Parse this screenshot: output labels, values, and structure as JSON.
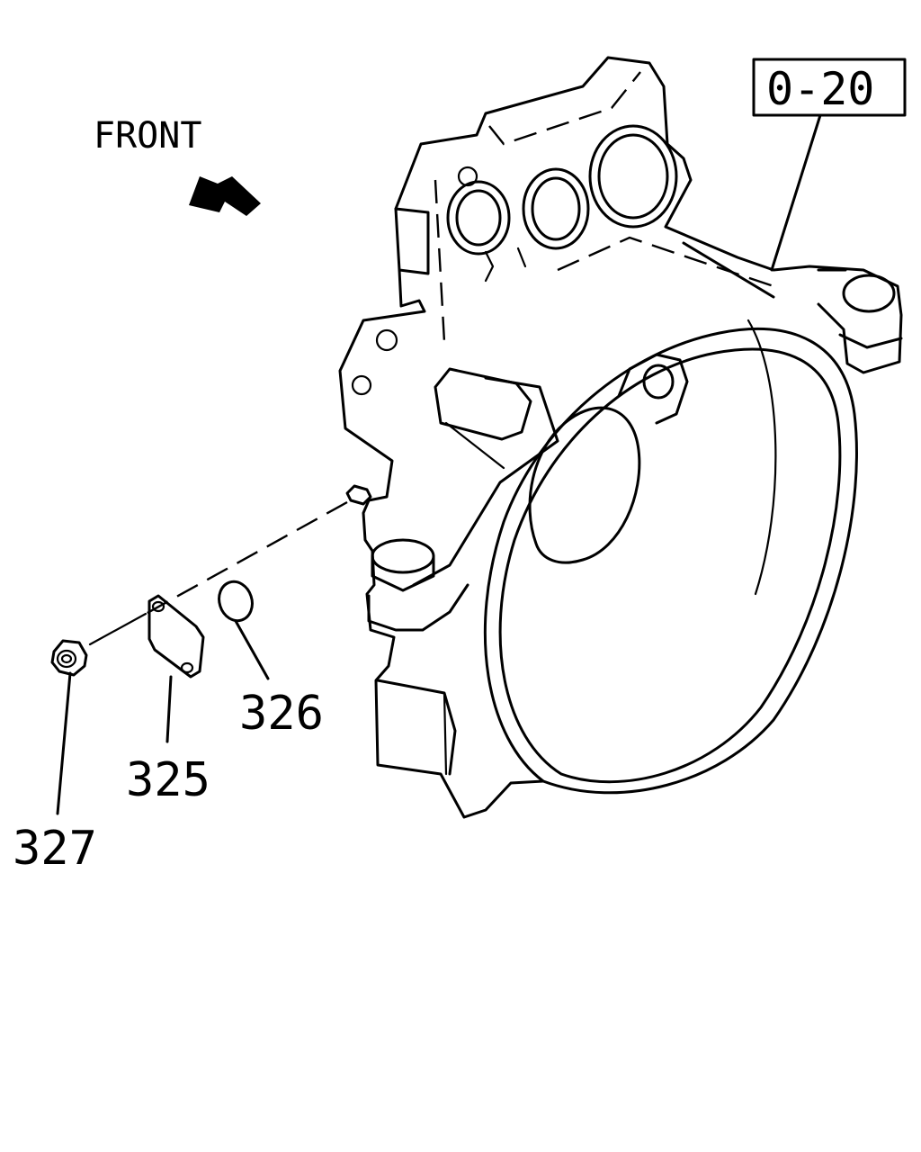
{
  "direction_label": "FRONT",
  "reference_box": "0-20",
  "parts": [
    {
      "id": "325"
    },
    {
      "id": "326"
    },
    {
      "id": "327"
    }
  ]
}
